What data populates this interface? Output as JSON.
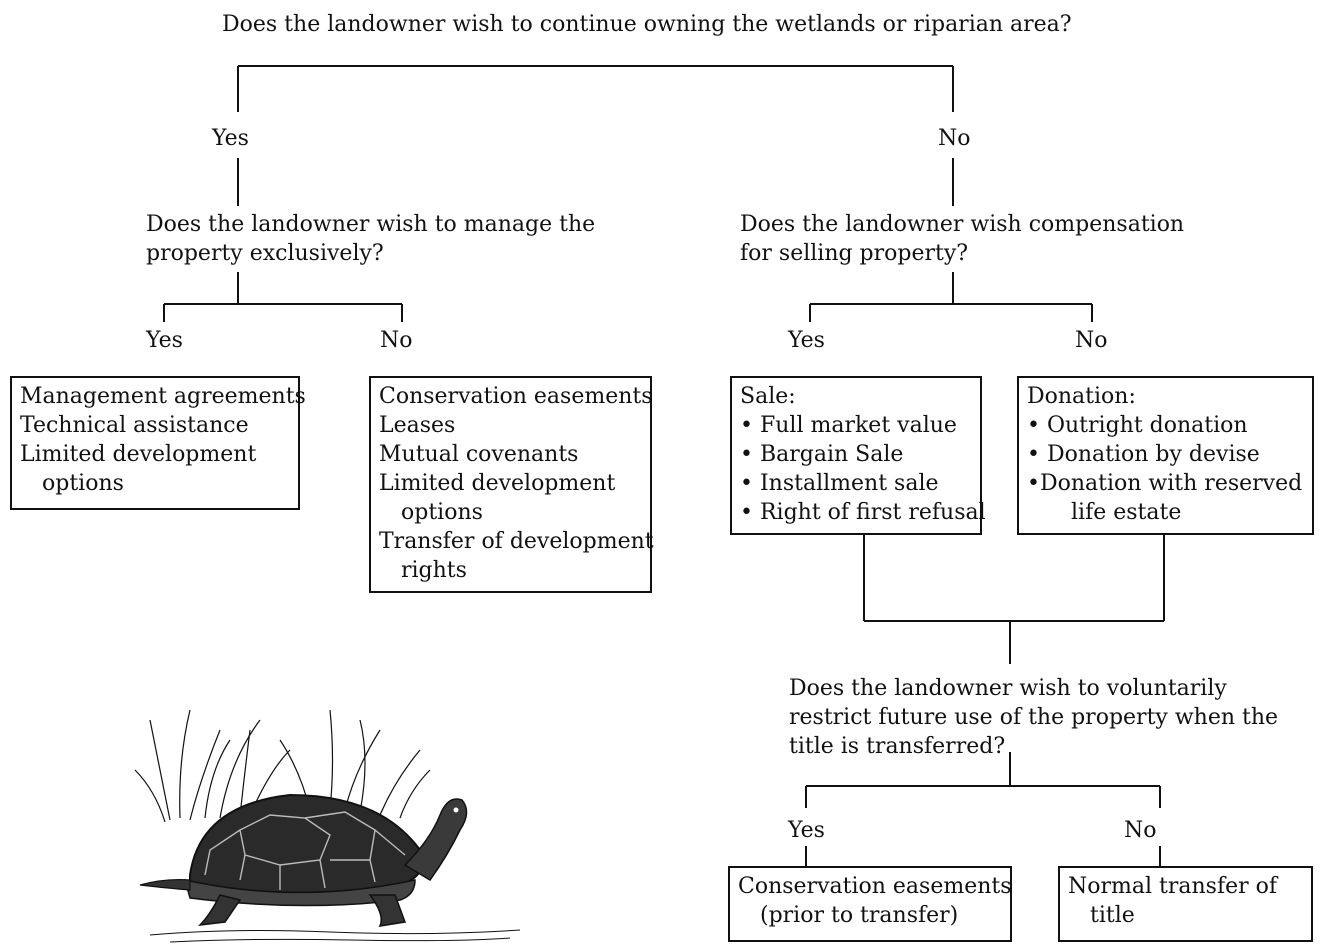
{
  "root_question": "Does the landowner wish to continue owning the wetlands or riparian area?",
  "yes_label": "Yes",
  "no_label": "No",
  "left": {
    "answer": "Yes",
    "question": [
      "Does the landowner wish to manage the",
      "property exclusively?"
    ],
    "yes": {
      "answer": "Yes",
      "options": [
        "Management agreements",
        "Technical assistance",
        "Limited development",
        "options"
      ]
    },
    "no": {
      "answer": "No",
      "options": [
        "Conservation easements",
        "Leases",
        "Mutual covenants",
        "Limited development",
        "options",
        "Transfer of development",
        "rights"
      ]
    }
  },
  "right": {
    "answer": "No",
    "question": [
      "Does the landowner wish compensation",
      "for selling property?"
    ],
    "yes": {
      "answer": "Yes",
      "heading": "Sale:",
      "items": [
        "• Full market value",
        "• Bargain Sale",
        "• Installment sale",
        "• Right of first refusal"
      ]
    },
    "no": {
      "answer": "No",
      "heading": "Donation:",
      "items": [
        "• Outright donation",
        "• Donation by devise",
        "•Donation with reserved",
        "life estate"
      ]
    },
    "followup": {
      "question": [
        "Does the landowner wish to voluntarily",
        "restrict future use of the property when the",
        "title is transferred?"
      ],
      "yes": {
        "answer": "Yes",
        "result": [
          "Conservation easements",
          "(prior to transfer)"
        ]
      },
      "no": {
        "answer": "No",
        "result": [
          "Normal transfer of",
          "title"
        ]
      }
    }
  },
  "illustration": "turtle-illustration"
}
